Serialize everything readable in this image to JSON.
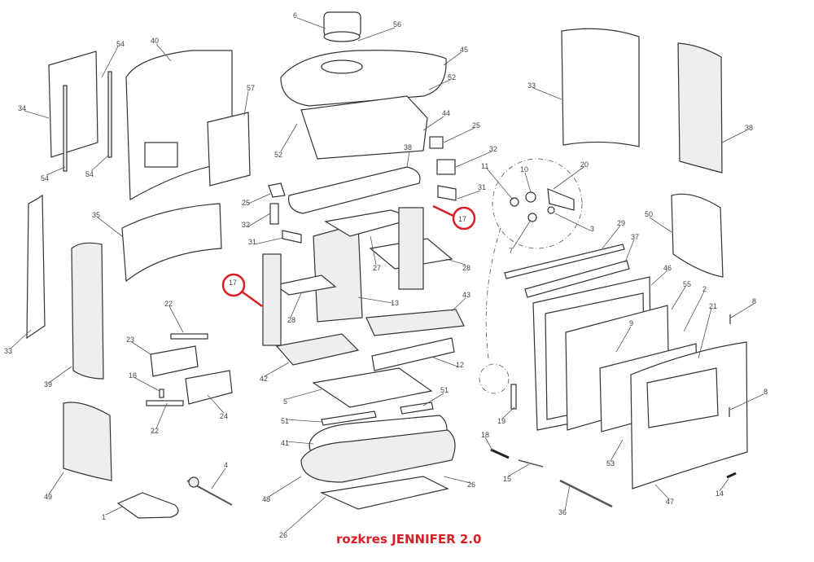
{
  "title": "rozkres JENNIFER 2.0",
  "colors": {
    "highlight": "#d81f26",
    "line": "#333333"
  },
  "labels": [
    "6",
    "56",
    "45",
    "52",
    "52",
    "44",
    "25",
    "38",
    "32",
    "31",
    "11",
    "10",
    "20",
    "3",
    "7",
    "29",
    "37",
    "46",
    "50",
    "33",
    "38",
    "34",
    "54",
    "40",
    "57",
    "54",
    "54",
    "25",
    "32",
    "31",
    "27",
    "28",
    "17",
    "17",
    "35",
    "33",
    "39",
    "22",
    "23",
    "16",
    "24",
    "22",
    "28",
    "13",
    "43",
    "12",
    "42",
    "5",
    "51",
    "51",
    "41",
    "48",
    "26",
    "26",
    "49",
    "1",
    "4",
    "19",
    "18",
    "15",
    "36",
    "53",
    "47",
    "14",
    "8",
    "8",
    "55",
    "2",
    "21",
    "9"
  ]
}
